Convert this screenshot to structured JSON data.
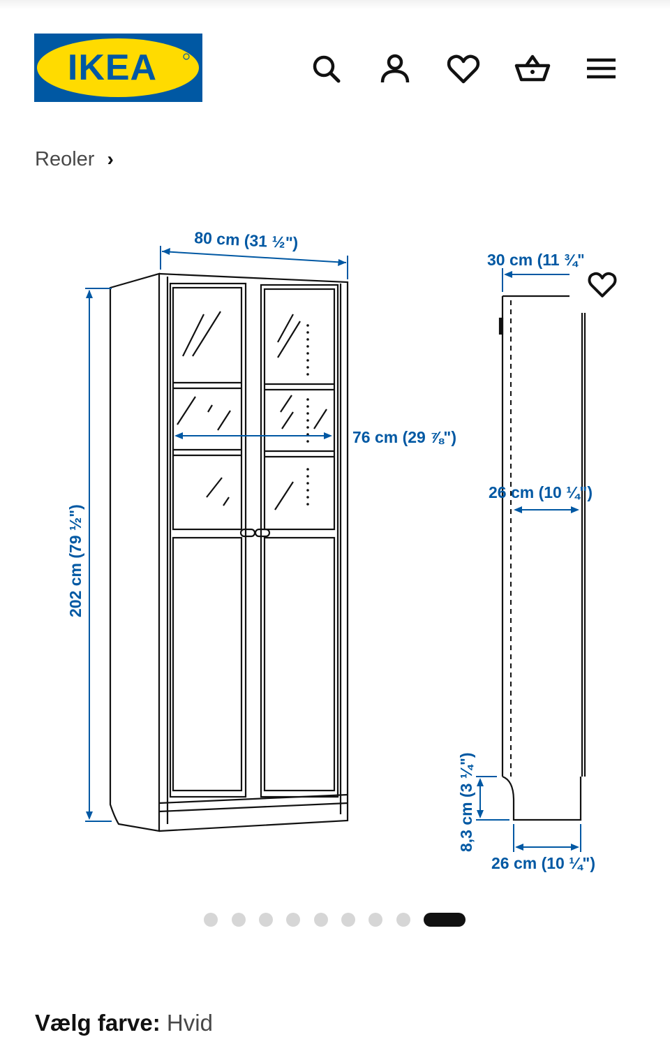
{
  "brand": {
    "logo_text": "IKEA",
    "colors": {
      "blue": "#0058a3",
      "yellow": "#ffdb00",
      "dimension_blue": "#0058a3"
    }
  },
  "header": {
    "icons": [
      "search-icon",
      "account-icon",
      "wishlist-icon",
      "cart-icon",
      "menu-icon"
    ]
  },
  "breadcrumb": {
    "label": "Reoler",
    "chevron": "›"
  },
  "product_image": {
    "dimensions": {
      "width": "80 cm (31 ½\")",
      "height": "202 cm (79 ½\")",
      "inner_width": "76 cm (29 ⅞\")",
      "depth_top": "30 cm (11 ¾\")",
      "inner_depth": "26 cm (10 ¼\")",
      "base_height": "8,3 cm (3 ¼\")",
      "base_depth": "26 cm (10 ¼\")"
    }
  },
  "carousel": {
    "total": 9,
    "active": 9
  },
  "color_selector": {
    "label": "Vælg farve:",
    "value": "Hvid"
  }
}
